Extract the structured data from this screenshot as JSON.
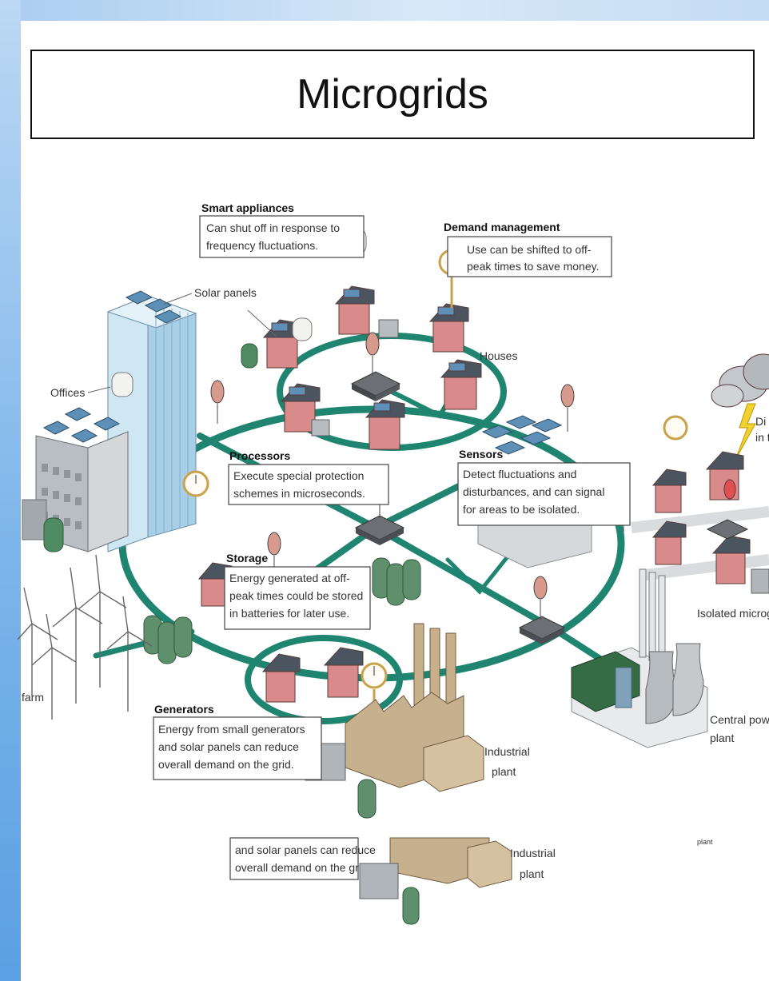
{
  "title": "Microgrids",
  "colors": {
    "grid_line": "#1f8571",
    "frame_blue": "#6aa9e6",
    "house_wall": "#d98a8a",
    "roof": "#4a5560",
    "solar": "#5d8fb7",
    "tank": "#4f8a62",
    "plant": "#c6b08e",
    "sensor": "#e05050"
  },
  "callouts": {
    "smart_appliances": {
      "heading": "Smart appliances",
      "lines": [
        "Can shut off in response to",
        "frequency fluctuations."
      ]
    },
    "demand_management": {
      "heading": "Demand management",
      "lines": [
        "Use can be shifted to off-",
        "peak times to save money."
      ]
    },
    "processors": {
      "heading": "Processors",
      "lines": [
        "Execute special protection",
        "schemes in microseconds."
      ]
    },
    "sensors": {
      "heading": "Sensors",
      "lines": [
        "Detect fluctuations and",
        "disturbances, and can signal",
        "for areas to be isolated."
      ]
    },
    "storage": {
      "heading": "Storage",
      "lines": [
        "Energy generated at off-",
        "peak times could be stored",
        "in batteries for later use."
      ]
    },
    "generators": {
      "heading": "Generators",
      "lines": [
        "Energy from small generators",
        "and solar panels can reduce",
        "overall demand on the grid."
      ]
    }
  },
  "labels": {
    "solar_panels": "Solar panels",
    "offices": "Offices",
    "houses": "Houses",
    "industrial_line1": "Industrial",
    "industrial_line2": "plant",
    "central_line1": "Central pow",
    "central_line2": "plant",
    "isolated": "Isolated microg",
    "farm": "farm",
    "storm_line1": "Di",
    "storm_line2": "in t",
    "small_plant": "plant"
  },
  "duplicate_strip": {
    "lines": [
      "and solar panels can reduce",
      "overall demand on the grid."
    ],
    "industrial_line1": "Industrial",
    "industrial_line2": "plant"
  }
}
